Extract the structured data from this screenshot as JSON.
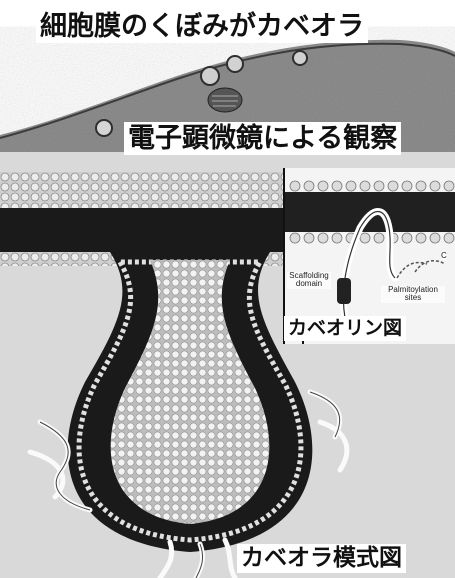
{
  "captions": {
    "top_title": "細胞膜のくぼみがカベオラ",
    "em_observation": "電子顕微鏡による観察",
    "caveolin_figure": "カベオリン図",
    "caveolae_model": "カベオラ模式図"
  },
  "inset_labels": {
    "scaffolding": "Scaffolding domain",
    "palmitoylation": "Palmitoylation sites",
    "c_terminus": "C"
  },
  "colors": {
    "micrograph_gray": "#8e8e8e",
    "lipid_tail_dark": "#1a1a1a",
    "lipid_head_light": "#e9e9e9",
    "caption_bg": "#ffffff"
  }
}
